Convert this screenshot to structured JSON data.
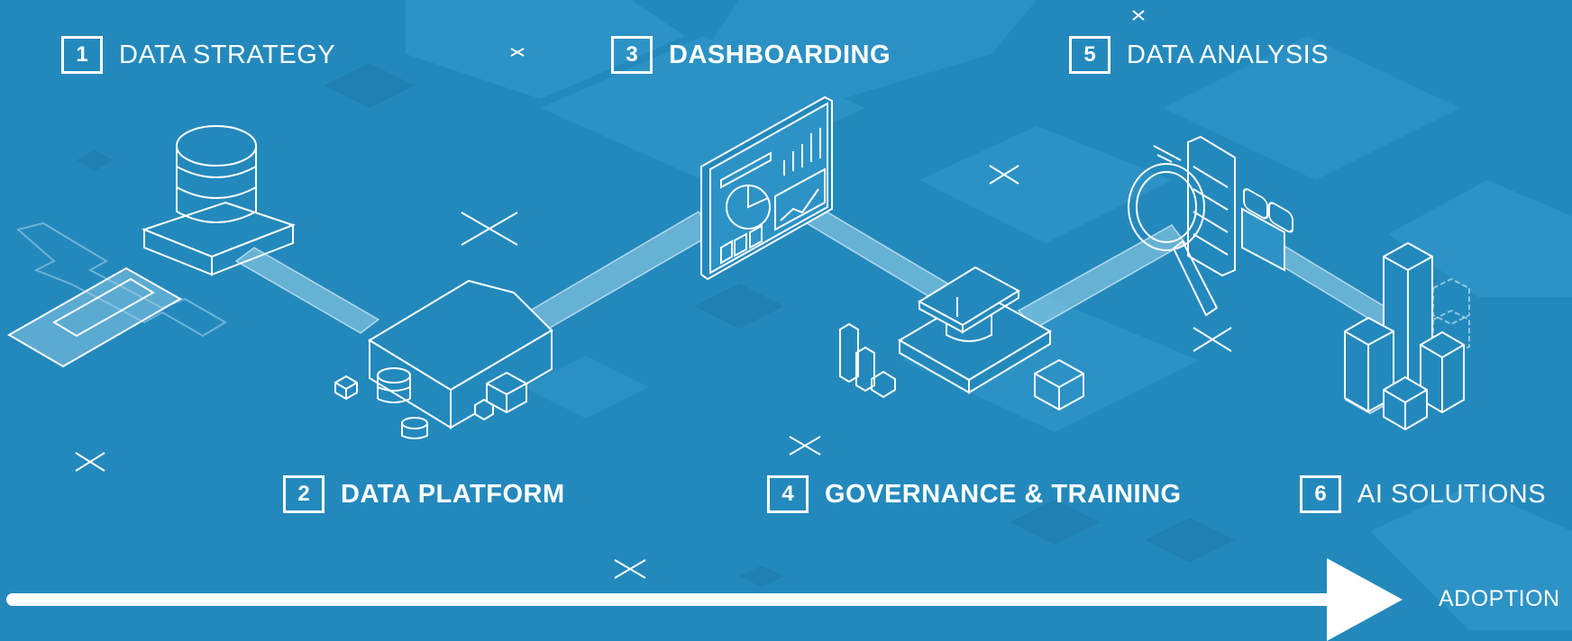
{
  "steps": [
    {
      "number": "1",
      "label": "DATA STRATEGY",
      "icon": "database-icon"
    },
    {
      "number": "2",
      "label": "DATA PLATFORM",
      "icon": "warehouse-icon"
    },
    {
      "number": "3",
      "label": "DASHBOARDING",
      "icon": "dashboard-icon"
    },
    {
      "number": "4",
      "label": "GOVERNANCE & TRAINING",
      "icon": "graduation-cap-icon"
    },
    {
      "number": "5",
      "label": "DATA ANALYSIS",
      "icon": "magnifier-icon"
    },
    {
      "number": "6",
      "label": "AI SOLUTIONS",
      "icon": "bar-blocks-icon"
    }
  ],
  "adoption_label": "ADOPTION",
  "colors": {
    "background": "#2389bd",
    "hex_tile": "#2d93c6",
    "hex_tile_dark": "#1f7fb0",
    "path": "#9fd3ea",
    "line": "#ffffff"
  }
}
